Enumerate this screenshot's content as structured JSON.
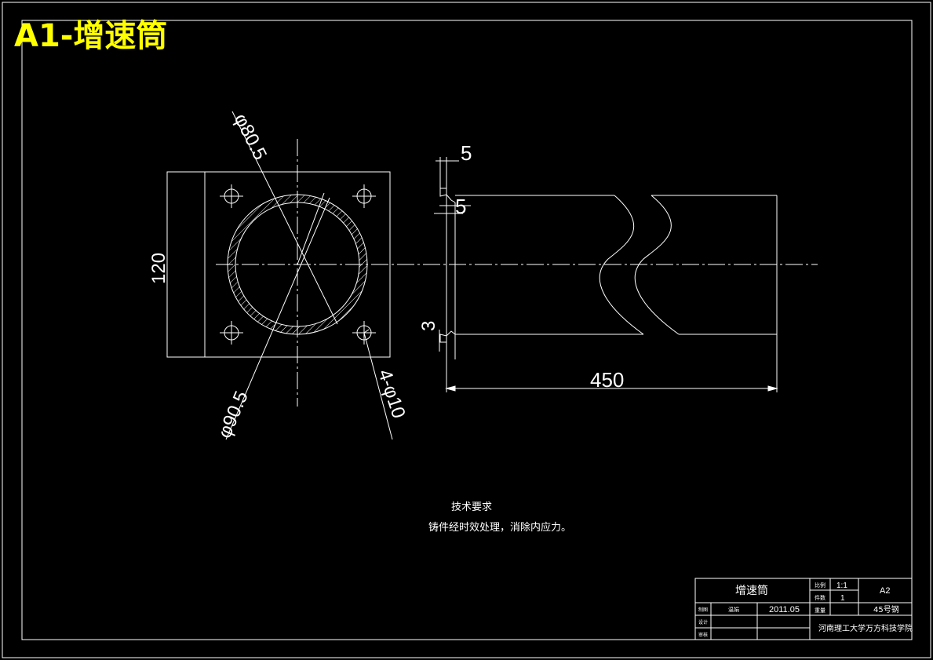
{
  "sheet_title": "A1-增速筒",
  "dimensions": {
    "phi_80_5": "φ80.5",
    "phi_90_5": "φ90.5",
    "height_120": "120",
    "holes": "4-φ10",
    "dim_5_top": "5",
    "dim_5_second": "5",
    "dim_3": "3",
    "length_450": "450"
  },
  "tech_requirements": {
    "heading": "技术要求",
    "item": "铸件经时效处理，消除内应力。"
  },
  "title_block": {
    "part_name": "增速筒",
    "label_scale": "比例",
    "scale": "1:1",
    "label_quantity": "件数",
    "quantity": "1",
    "sheet_size": "A2",
    "label_drawn": "制图",
    "drawer": "温娟",
    "date": "2011.05",
    "label_weight": "重量",
    "material": "45号钢",
    "label_designed": "设计",
    "label_reviewed": "审核",
    "institution": "河南理工大学万方科技学院"
  },
  "colors": {
    "background": "#000000",
    "line": "#ffffff",
    "title_text": "#ffff00"
  }
}
